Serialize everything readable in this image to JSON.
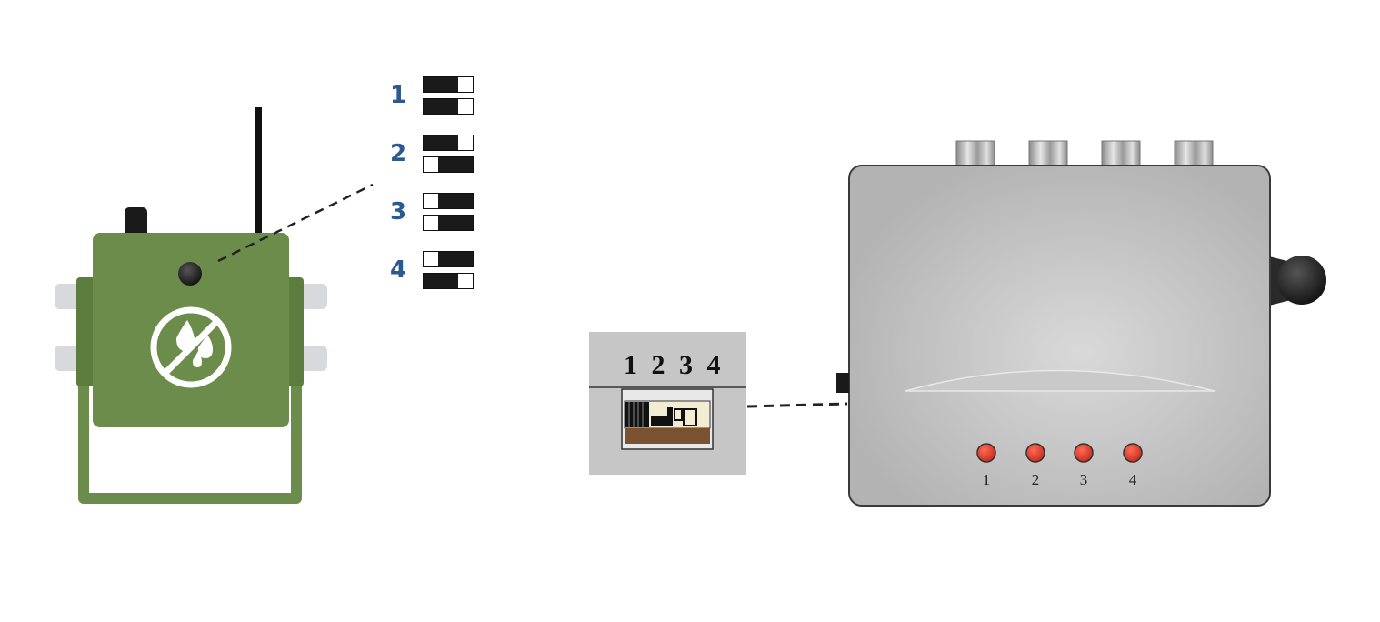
{
  "transmitter": {
    "color_body": "#6b8c4b",
    "icon": "no-water-icon"
  },
  "switch_settings": [
    {
      "label": "1",
      "top_knob": "left",
      "bottom_knob": "left"
    },
    {
      "label": "2",
      "top_knob": "left",
      "bottom_knob": "right"
    },
    {
      "label": "3",
      "top_knob": "right",
      "bottom_knob": "right"
    },
    {
      "label": "4",
      "top_knob": "right",
      "bottom_knob": "left"
    }
  ],
  "dip_panel": {
    "numbers": "1 2 3 4"
  },
  "receiver": {
    "led_color": "#e03a2a",
    "leds": [
      {
        "label": "1"
      },
      {
        "label": "2"
      },
      {
        "label": "3"
      },
      {
        "label": "4"
      }
    ]
  },
  "colors": {
    "label_blue": "#2c5a8f",
    "receiver_gray": "#c4c4c4"
  }
}
